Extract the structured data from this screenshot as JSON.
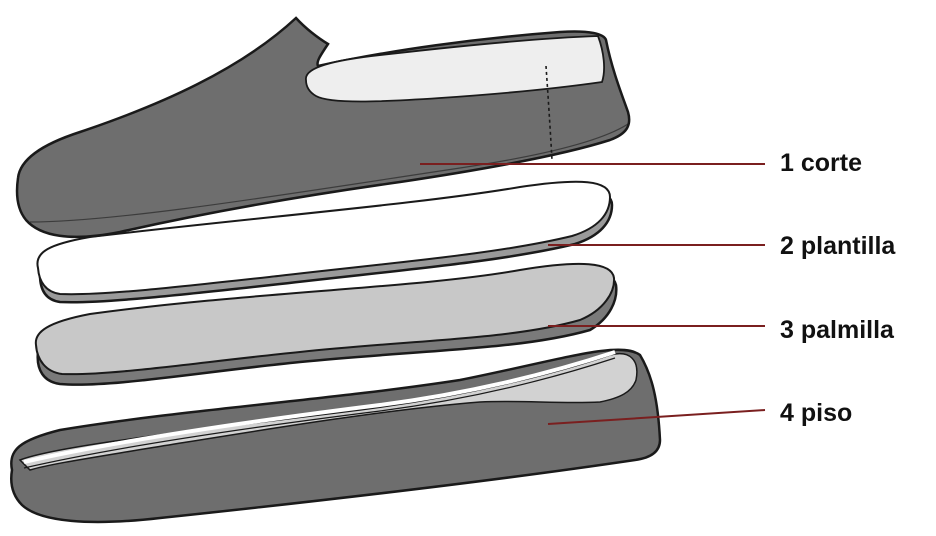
{
  "diagram": {
    "parts": [
      {
        "id": "corte",
        "label": "1 corte",
        "color": "#6e6e6e"
      },
      {
        "id": "plantilla",
        "label": "2 plantilla",
        "color": "#ffffff"
      },
      {
        "id": "palmilla",
        "label": "3 palmilla",
        "color": "#c8c8c8"
      },
      {
        "id": "piso",
        "label": "4 piso",
        "color": "#6e6e6e"
      }
    ],
    "leader_color": "#7a1f1f",
    "outline_color": "#1a1a1a"
  }
}
